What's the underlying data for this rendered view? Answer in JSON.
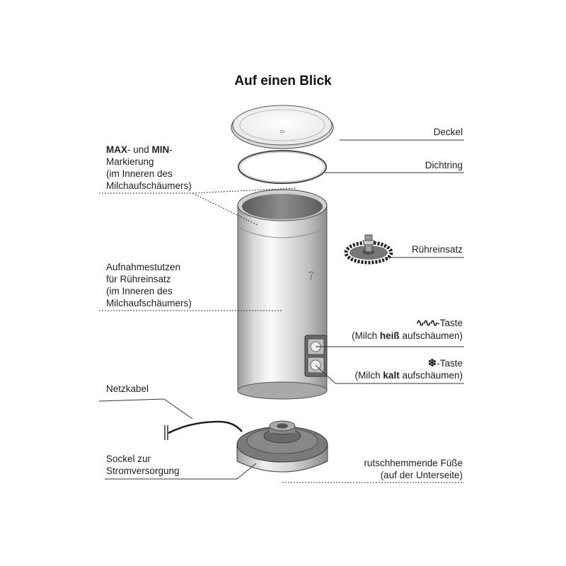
{
  "title": "Auf einen Blick",
  "labels": {
    "deckel": "Deckel",
    "dichtring": "Dichtring",
    "max_bold": "MAX",
    "max_mid": "- und ",
    "min_bold": "MIN",
    "min_dash": "-",
    "max_line2": "Markierung",
    "max_line3": "(im Inneren des",
    "max_line4": "Milchaufschäumers)",
    "ruehreinsatz": "Rühreinsatz",
    "aufnahme_line1": "Aufnahmestutzen",
    "aufnahme_line2": "für Rühreinsatz",
    "aufnahme_line3": "(im Inneren des",
    "aufnahme_line4": "Milchaufschäumers)",
    "heiss_taste": "-Taste",
    "heiss_pre": "(Milch ",
    "heiss_bold": "heiß",
    "heiss_post": " aufschäumen)",
    "kalt_taste": "-Taste",
    "kalt_pre": "(Milch ",
    "kalt_bold": "kalt",
    "kalt_post": " aufschäumen)",
    "netzkabel": "Netzkabel",
    "sockel_line1": "Sockel zur",
    "sockel_line2": "Stromversorgung",
    "fuesse_line1": "rutschhemmende Füße",
    "fuesse_line2": "(auf der Unterseite)"
  },
  "icons": {
    "heat": "steam-waves-icon",
    "cold": "snowflake-icon"
  },
  "colors": {
    "line": "#333333",
    "steel_dark": "#8a8a8a",
    "steel_light": "#f2f2f2",
    "base_dark": "#6f6f6f"
  }
}
